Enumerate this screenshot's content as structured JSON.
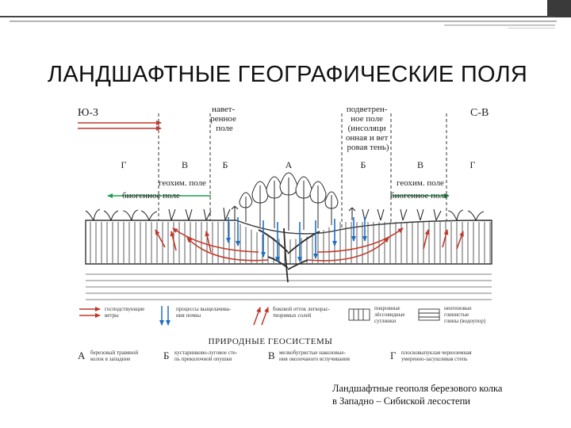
{
  "slide": {
    "title": "ЛАНДШАФТНЫЕ ГЕОГРАФИЧЕСКИЕ ПОЛЯ",
    "caption_lines": [
      "Ландшафтные геополя березового колка",
      "в Западно – Сибиской лесостепи"
    ]
  },
  "diagram": {
    "directions": {
      "sw": "Ю-З",
      "ne": "С-В"
    },
    "zone_headers": {
      "leeward": [
        "навет-",
        "ренное",
        "поле"
      ],
      "windward": [
        "подветрен-",
        "ное поле",
        "(инсоляци",
        "онная и вет",
        "ровая тень)"
      ]
    },
    "zones": [
      "Г",
      "В",
      "Б",
      "А",
      "Б",
      "В",
      "Г"
    ],
    "geochem_label": "геохим. поле",
    "biogenic_label": "биогенное поле",
    "legend": [
      {
        "key": "winds",
        "text": [
          "господствующие",
          "ветры"
        ]
      },
      {
        "key": "leaching",
        "text": [
          "процессы выщелачива-",
          "ния почвы"
        ]
      },
      {
        "key": "lateral",
        "text": [
          "боковой отток легкорас-",
          "творимых солей"
        ]
      },
      {
        "key": "loam",
        "text": [
          "покровные",
          "лёссовидные",
          "суглинки"
        ]
      },
      {
        "key": "clay",
        "text": [
          "неогеновые",
          "глинистые",
          "глины (водоупор)"
        ]
      }
    ],
    "geosystems_heading": "ПРИРОДНЫЕ ГЕОСИСТЕМЫ",
    "geosystems": [
      {
        "letter": "А",
        "text": [
          "березовый травяной",
          "колок в западине"
        ]
      },
      {
        "letter": "Б",
        "text": [
          "кустарниково-луговое сте-",
          "пь приколочной опушки"
        ]
      },
      {
        "letter": "В",
        "text": [
          "мелкобугристые наколовые-",
          "ния околочаного вспучивания"
        ]
      },
      {
        "letter": "Г",
        "text": [
          "плосковыпуклая черноземная",
          "умеренно-засушливая степь"
        ]
      }
    ],
    "colors": {
      "red": "#c0392b",
      "blue": "#1f6fc4",
      "green": "#1a9e4b",
      "ink": "#2b2b2b",
      "brown": "#6d2a22"
    }
  }
}
